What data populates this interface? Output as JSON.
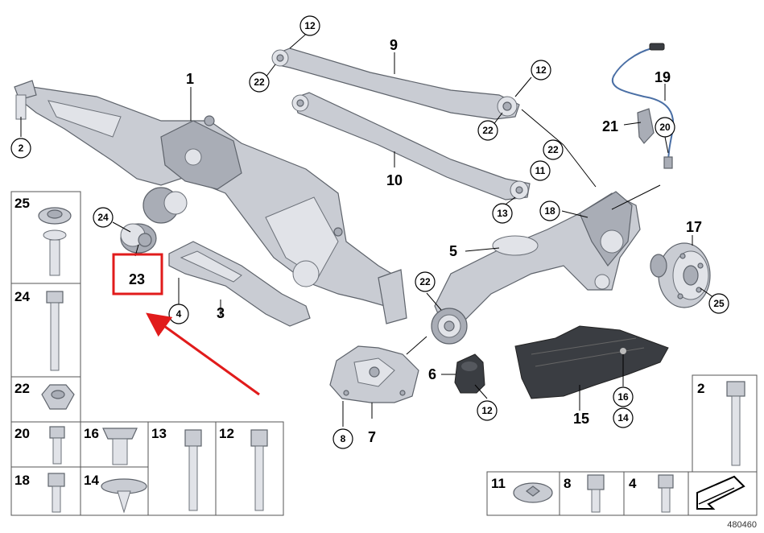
{
  "diagram_id": "480460",
  "highlight_color": "#e11b1b",
  "highlighted_part": "23",
  "parts": {
    "p1": "1",
    "p2": "2",
    "p3": "3",
    "p4": "4",
    "p5": "5",
    "p6": "6",
    "p7": "7",
    "p8": "8",
    "p9": "9",
    "p10": "10",
    "p11": "11",
    "p12": "12",
    "p13": "13",
    "p14": "14",
    "p15": "15",
    "p16": "16",
    "p17": "17",
    "p18": "18",
    "p19": "19",
    "p20": "20",
    "p21": "21",
    "p22": "22",
    "p23": "23",
    "p24": "24",
    "p25": "25"
  },
  "fastener_grid_left": [
    "25",
    "24",
    "22",
    "20",
    "16",
    "13",
    "12",
    "18",
    "14"
  ],
  "fastener_grid_right": [
    "2",
    "11",
    "8",
    "4"
  ]
}
